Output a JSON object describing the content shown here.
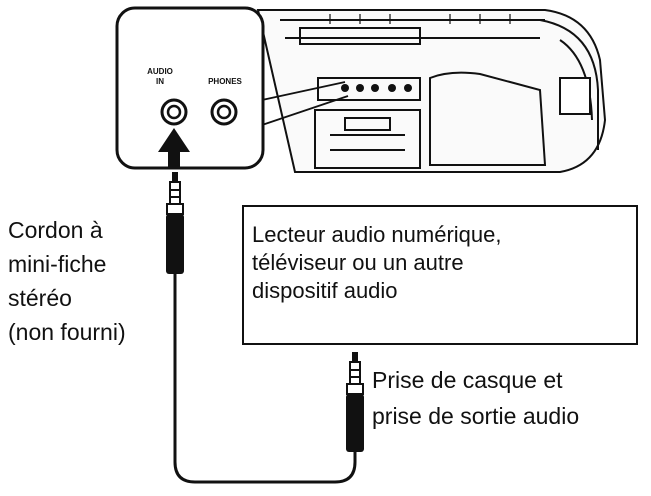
{
  "panel": {
    "audio_in_line1": "AUDIO",
    "audio_in_line2": "IN",
    "phones": "PHONES"
  },
  "cord_label": {
    "lines": [
      "Cordon à",
      "mini-fiche",
      "stéréo",
      "(non fourni)"
    ]
  },
  "device_box": {
    "lines": [
      "Lecteur audio numérique,",
      "téléviseur ou un autre",
      "dispositif audio"
    ]
  },
  "jack_label": {
    "lines": [
      "Prise de casque et",
      "prise de sortie audio"
    ]
  },
  "icons": [
    "stereo-unit-illustration",
    "audio-in-jack-icon",
    "phones-jack-icon",
    "insert-arrow-icon",
    "mini-plug-icon"
  ],
  "colors": {
    "ink": "#111111",
    "background": "#ffffff",
    "box_fill": "#f2f2f2"
  }
}
